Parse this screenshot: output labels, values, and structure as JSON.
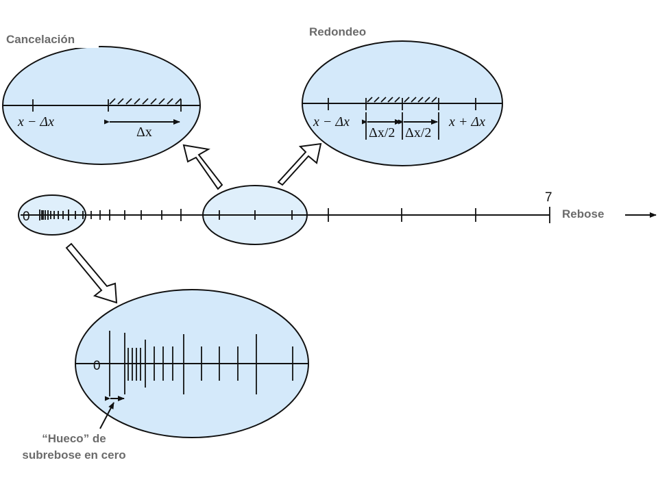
{
  "labels": {
    "cancelacion": "Cancelación",
    "redondeo": "Redondeo",
    "rebose": "Rebose",
    "hueco_line1": "“Hueco” de",
    "hueco_line2": "subrebose en cero"
  },
  "axis": {
    "zero": "0",
    "max": "7"
  },
  "zoom_left": {
    "x_minus_dx": "x − Δx",
    "dx": "Δx"
  },
  "zoom_right": {
    "x_minus_dx": "x − Δx",
    "x_plus_dx": "x + Δx",
    "half_dx_left": "Δx/2",
    "half_dx_right": "Δx/2"
  },
  "zoom_bottom": {
    "zero": "0"
  },
  "colors": {
    "ellipse_fill": "#d4e9fa",
    "label_gray": "#6b6b6b",
    "stroke": "#111111"
  }
}
